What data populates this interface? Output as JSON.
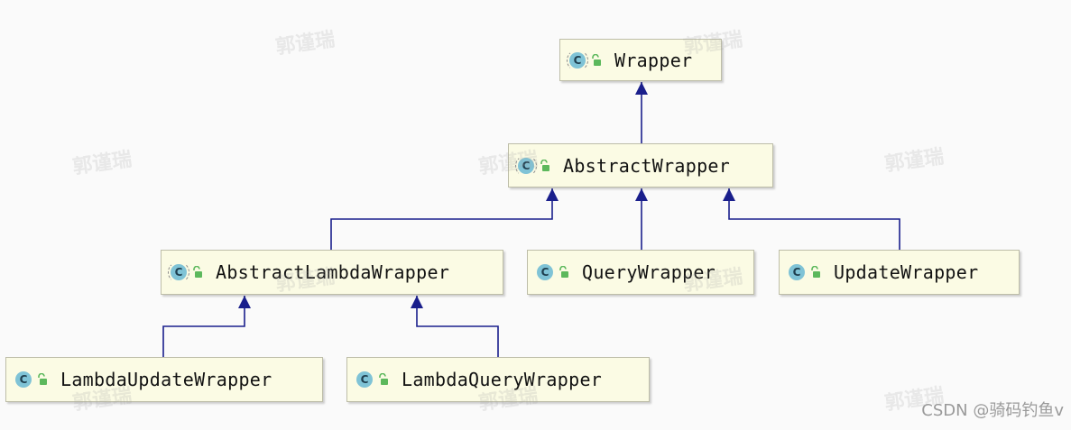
{
  "nodes": [
    {
      "id": "wrapper",
      "label": "Wrapper",
      "badge": "C",
      "kind": "abstract"
    },
    {
      "id": "abstract-wrapper",
      "label": "AbstractWrapper",
      "badge": "C",
      "kind": "abstract"
    },
    {
      "id": "abstract-lambda-wrapper",
      "label": "AbstractLambdaWrapper",
      "badge": "C",
      "kind": "abstract"
    },
    {
      "id": "query-wrapper",
      "label": "QueryWrapper",
      "badge": "C",
      "kind": "class"
    },
    {
      "id": "update-wrapper",
      "label": "UpdateWrapper",
      "badge": "C",
      "kind": "class"
    },
    {
      "id": "lambda-update-wrapper",
      "label": "LambdaUpdateWrapper",
      "badge": "C",
      "kind": "class"
    },
    {
      "id": "lambda-query-wrapper",
      "label": "LambdaQueryWrapper",
      "badge": "C",
      "kind": "class"
    }
  ],
  "edges": [
    {
      "from": "abstract-wrapper",
      "to": "wrapper",
      "type": "extends"
    },
    {
      "from": "abstract-lambda-wrapper",
      "to": "abstract-wrapper",
      "type": "extends"
    },
    {
      "from": "query-wrapper",
      "to": "abstract-wrapper",
      "type": "extends"
    },
    {
      "from": "update-wrapper",
      "to": "abstract-wrapper",
      "type": "extends"
    },
    {
      "from": "lambda-update-wrapper",
      "to": "abstract-lambda-wrapper",
      "type": "extends"
    },
    {
      "from": "lambda-query-wrapper",
      "to": "abstract-lambda-wrapper",
      "type": "extends"
    }
  ],
  "watermark": "郭谨瑞",
  "credit": "CSDN @骑码钓鱼v",
  "colors": {
    "edge": "#1a1f8c",
    "node_fill": "#fbfbe4",
    "node_border": "#bdbda8",
    "badge": "#7fc3d6",
    "lock": "#5cb85c"
  },
  "icons": {
    "visibility": "open-lock-icon"
  }
}
